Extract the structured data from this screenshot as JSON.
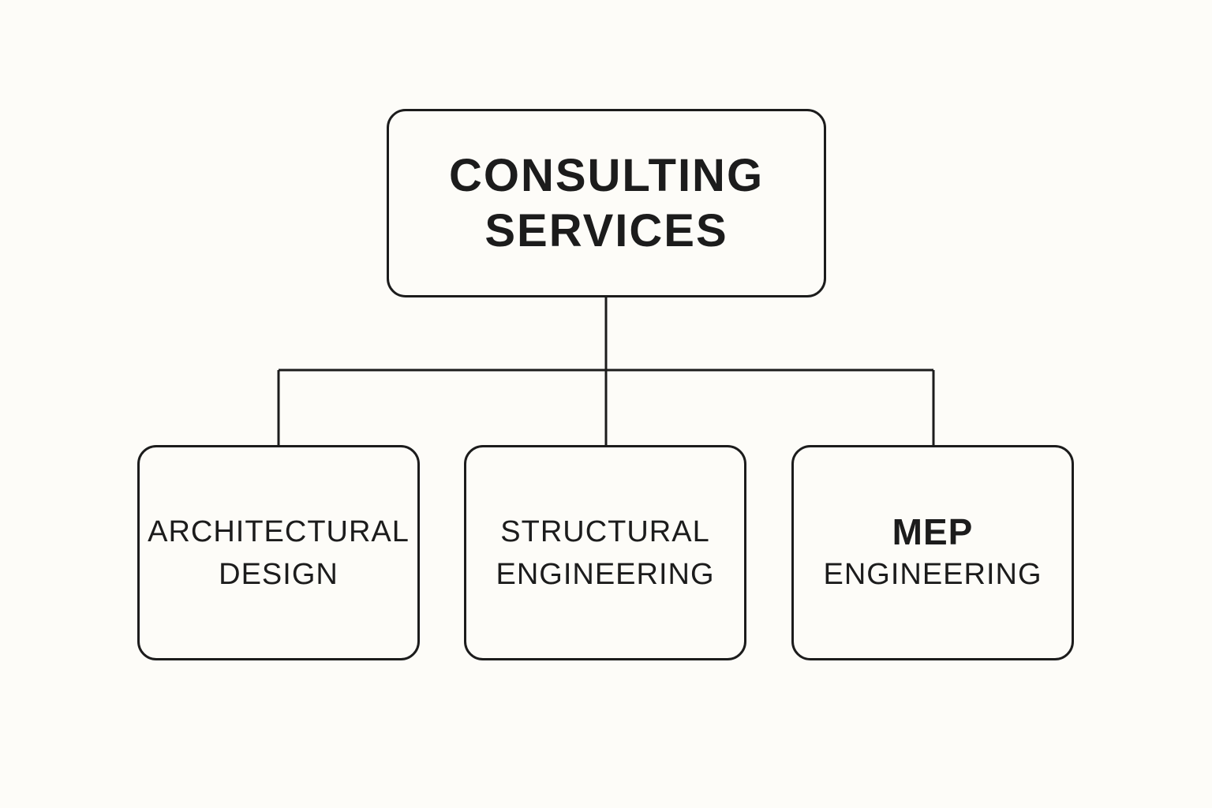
{
  "diagram": {
    "root": {
      "line1": "CONSULTING",
      "line2": "SERVICES"
    },
    "children": [
      {
        "line1": "ARCHITECTURAL",
        "line2": "DESIGN"
      },
      {
        "line1": "STRUCTURAL",
        "line2": "ENGINEERING"
      },
      {
        "line1": "MEP",
        "line2": "ENGINEERING"
      }
    ],
    "colors": {
      "background": "#fdfcf8",
      "stroke": "#1c1c1c",
      "text": "#1c1c1c"
    }
  }
}
